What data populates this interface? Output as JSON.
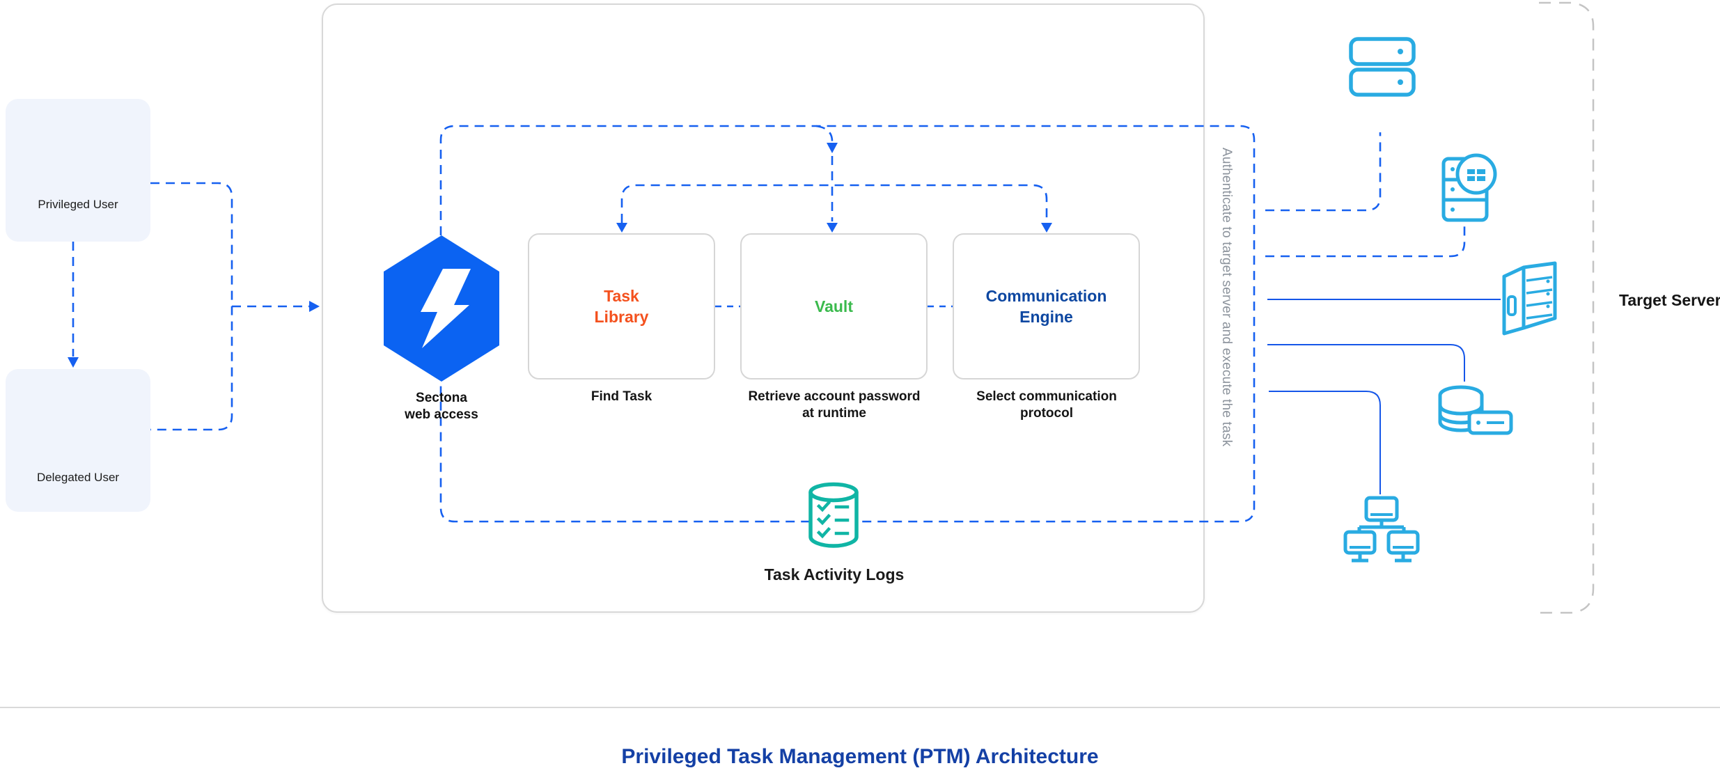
{
  "title": "Privileged Task Management (PTM) Architecture",
  "users": {
    "privileged": {
      "label": "Privileged User"
    },
    "delegated": {
      "label": "Delegated User"
    }
  },
  "platform": {
    "label": "Sectona\nweb access"
  },
  "modules": [
    {
      "name": "Task\nLibrary",
      "caption": "Find Task",
      "color": "#F4511E"
    },
    {
      "name": "Vault",
      "caption": "Retrieve account password at runtime",
      "color": "#3BBA4D"
    },
    {
      "name": "Communication\nEngine",
      "caption": "Select communication protocol",
      "color": "#0D47A1"
    }
  ],
  "logs": {
    "label": "Task Activity Logs"
  },
  "flow_note": "Authenticate to target server and execute the task",
  "target": {
    "label": "Target Server",
    "server_icons": [
      "rack-server-icon",
      "windows-server-icon",
      "tower-server-icon",
      "database-storage-icon",
      "network-computers-icon"
    ]
  },
  "icons": {
    "privileged_user": "user-broadcast-icon",
    "delegated_user": "user-icon",
    "platform": "sectona-bolt-hexagon-icon",
    "logs": "database-checklist-icon"
  },
  "colors": {
    "connector_blue": "#1660F0",
    "hexagon_blue": "#0B63F2",
    "target_icon_cyan": "#29ABE2",
    "logs_teal": "#10B5A5",
    "privileged_orange": "#F4501E",
    "delegated_green": "#43B649",
    "task_library_text": "#F4511E",
    "vault_text": "#3BBA4D",
    "comm_engine_text": "#0D47A1",
    "title_blue": "#1440A5",
    "note_gray": "#8C939C"
  }
}
